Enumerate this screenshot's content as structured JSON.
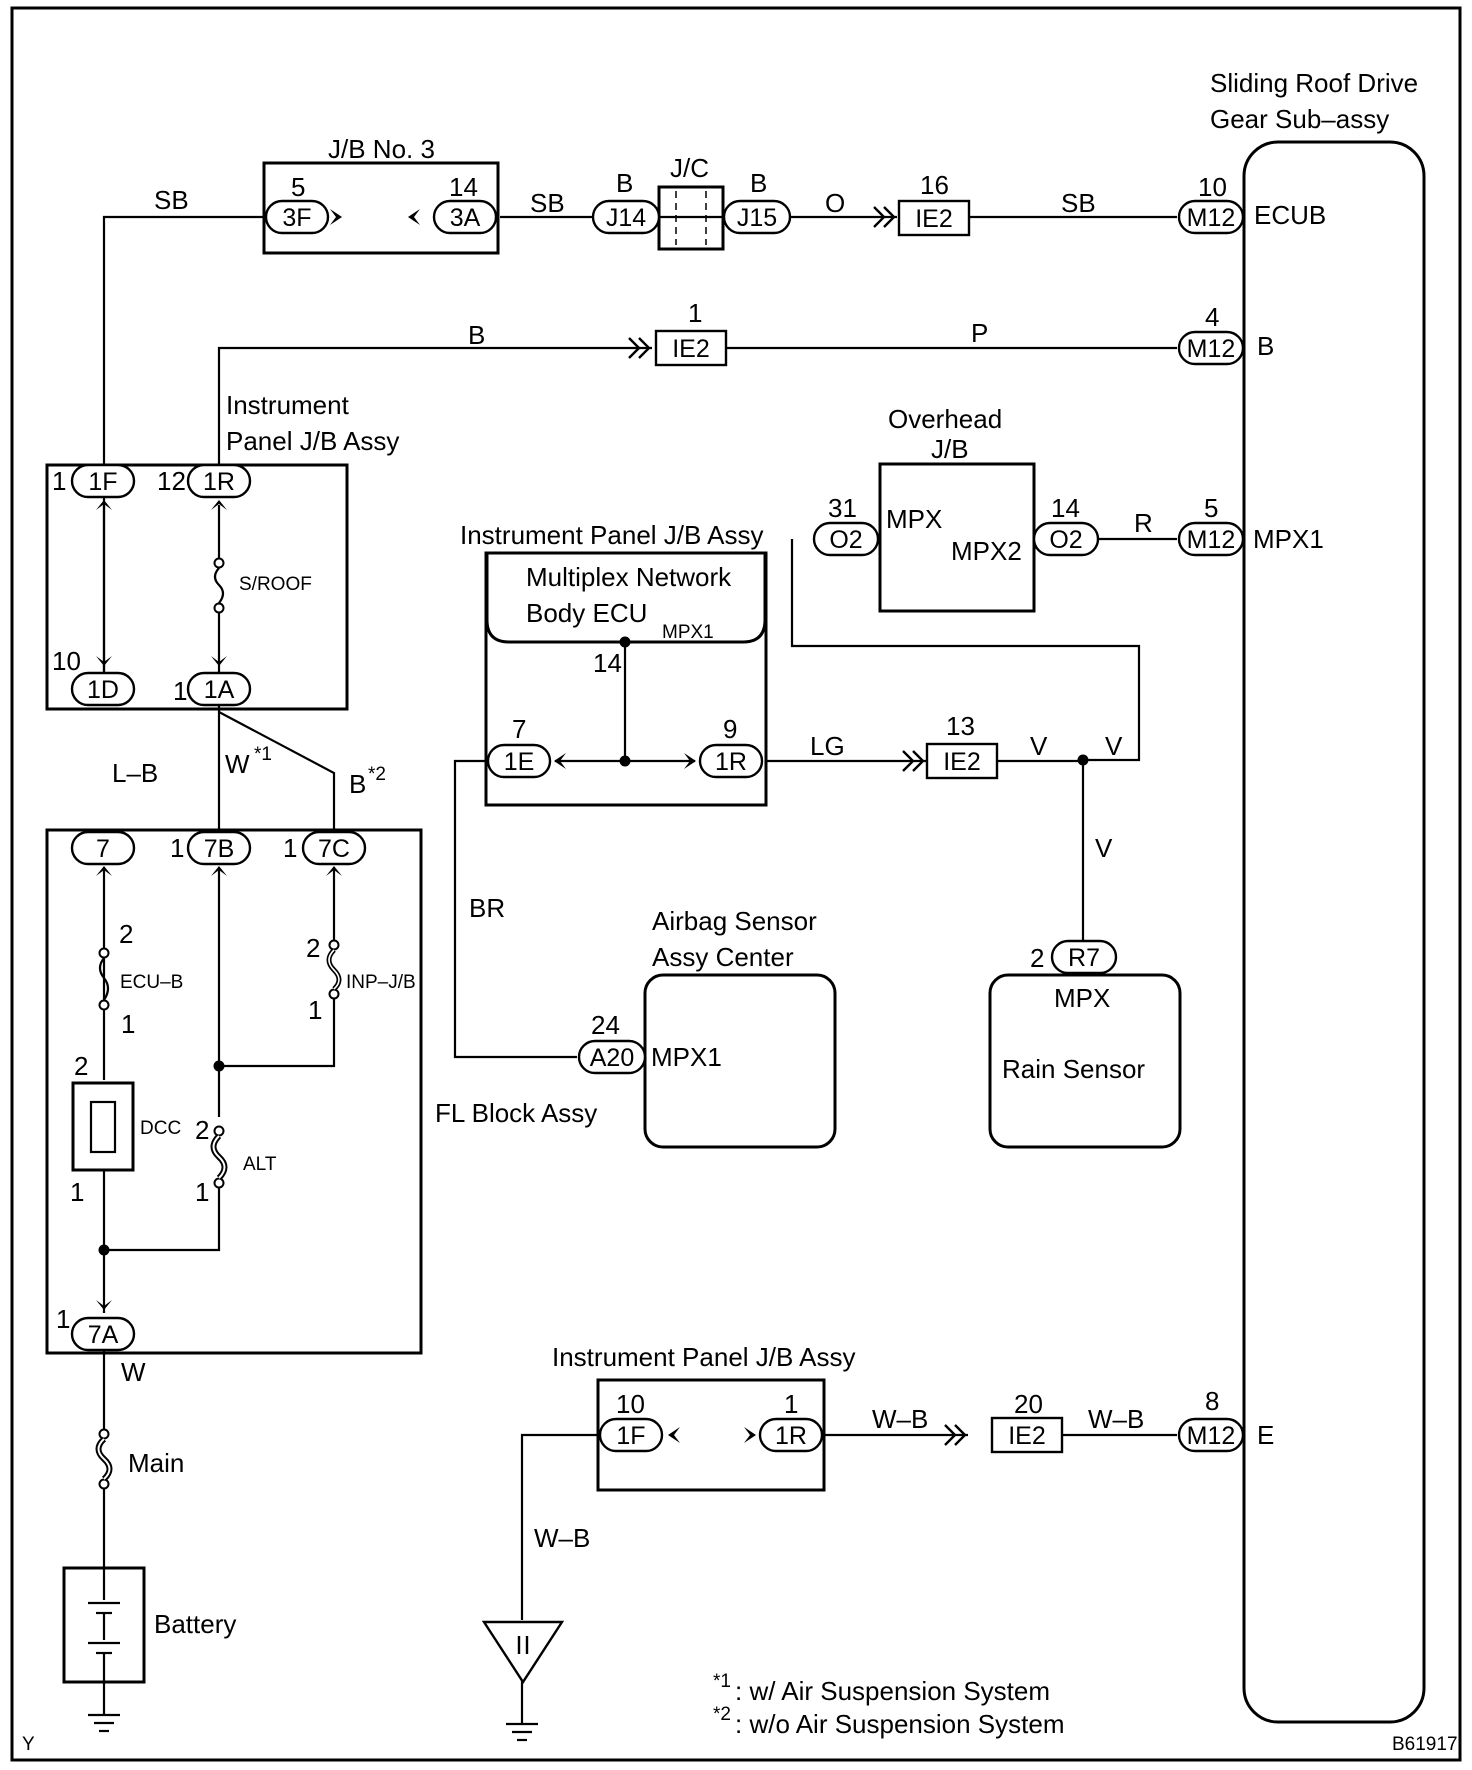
{
  "components": {
    "sliding_roof": {
      "line1": "Sliding Roof Drive",
      "line2": "Gear Sub–assy",
      "pins": [
        "ECUB",
        "B",
        "MPX1",
        "E"
      ]
    },
    "jb3": {
      "title": "J/B No. 3"
    },
    "jc": {
      "title": "J/C"
    },
    "ip_jb_left": {
      "line1": "Instrument",
      "line2": "Panel J/B Assy",
      "fuse": "S/ROOF"
    },
    "overhead_jb": {
      "line1": "Overhead",
      "line2": "J/B",
      "pin_in": "MPX",
      "pin_out": "MPX2"
    },
    "ip_jb_mid": {
      "title": "Instrument Panel J/B Assy"
    },
    "body_ecu": {
      "line1": "Multiplex Network",
      "line2": "Body ECU",
      "pin": "MPX1"
    },
    "airbag": {
      "line1": "Airbag Sensor",
      "line2": "Assy Center",
      "pin": "MPX1"
    },
    "rain_sensor": {
      "title": "Rain Sensor",
      "pin": "MPX"
    },
    "fl_block": {
      "title": "FL Block Assy",
      "fuse_ecu": "ECU–B",
      "fuse_inp": "INP–J/B",
      "dcc": "DCC",
      "alt": "ALT"
    },
    "ip_jb_bottom": {
      "title": "Instrument Panel J/B Assy"
    },
    "main_fuse": {
      "title": "Main"
    },
    "battery": {
      "title": "Battery"
    }
  },
  "connectors": {
    "c3F": "3F",
    "c3A": "3A",
    "cJ14": "J14",
    "cJ15": "J15",
    "cIE2a": "IE2",
    "cIE2b": "IE2",
    "cIE2c": "IE2",
    "cIE2d": "IE2",
    "cM12a": "M12",
    "cM12b": "M12",
    "cM12c": "M12",
    "cM12d": "M12",
    "c1F": "1F",
    "c1R": "1R",
    "c1D": "1D",
    "c1A": "1A",
    "cO2a": "O2",
    "cO2b": "O2",
    "c1E": "1E",
    "c1Rm": "1R",
    "cA20": "A20",
    "cR7": "R7",
    "c7": "7",
    "c7B": "7B",
    "c7C": "7C",
    "c7A": "7A",
    "c1Fb": "1F",
    "c1Rb": "1R"
  },
  "pin_numbers": {
    "p5": "5",
    "p14a": "14",
    "pB1": "B",
    "pB2": "B",
    "p16": "16",
    "p10a": "10",
    "p1a": "1",
    "p4": "4",
    "p1b": "1",
    "p12": "12",
    "p10b": "10",
    "p1c": "1",
    "p31": "31",
    "p14b": "14",
    "p5b": "5",
    "p14c": "14",
    "p7": "7",
    "p9": "9",
    "p13": "13",
    "p24": "24",
    "p2a": "2",
    "p1d": "1",
    "p1e": "1",
    "p2b": "2",
    "p1f": "1",
    "p2c": "2",
    "p1g": "1",
    "p2d": "2",
    "p1h": "1",
    "p2e": "2",
    "p1i": "1",
    "p1j": "1",
    "p10c": "10",
    "p1k": "1",
    "p20": "20",
    "p8": "8"
  },
  "wires": {
    "w_sb1": "SB",
    "w_sb2": "SB",
    "w_o": "O",
    "w_sb3": "SB",
    "w_b": "B",
    "w_p": "P",
    "w_r": "R",
    "w_lg": "LG",
    "w_v1": "V",
    "w_v2": "V",
    "w_v3": "V",
    "w_br": "BR",
    "w_lb": "L–B",
    "w_w1": "W",
    "w_w1sup": "*1",
    "w_b2": "B",
    "w_b2sup": "*2",
    "w_w": "W",
    "w_wb1": "W–B",
    "w_wb2": "W–B",
    "w_wb3": "W–B"
  },
  "notes": {
    "n1_mark": "*1",
    "n1_text": ": w/ Air Suspension System",
    "n2_mark": "*2",
    "n2_text": ": w/o Air Suspension System",
    "corner_left": "Y",
    "corner_right": "B61917"
  },
  "colors": {
    "line": "#000000",
    "background": "#ffffff"
  }
}
